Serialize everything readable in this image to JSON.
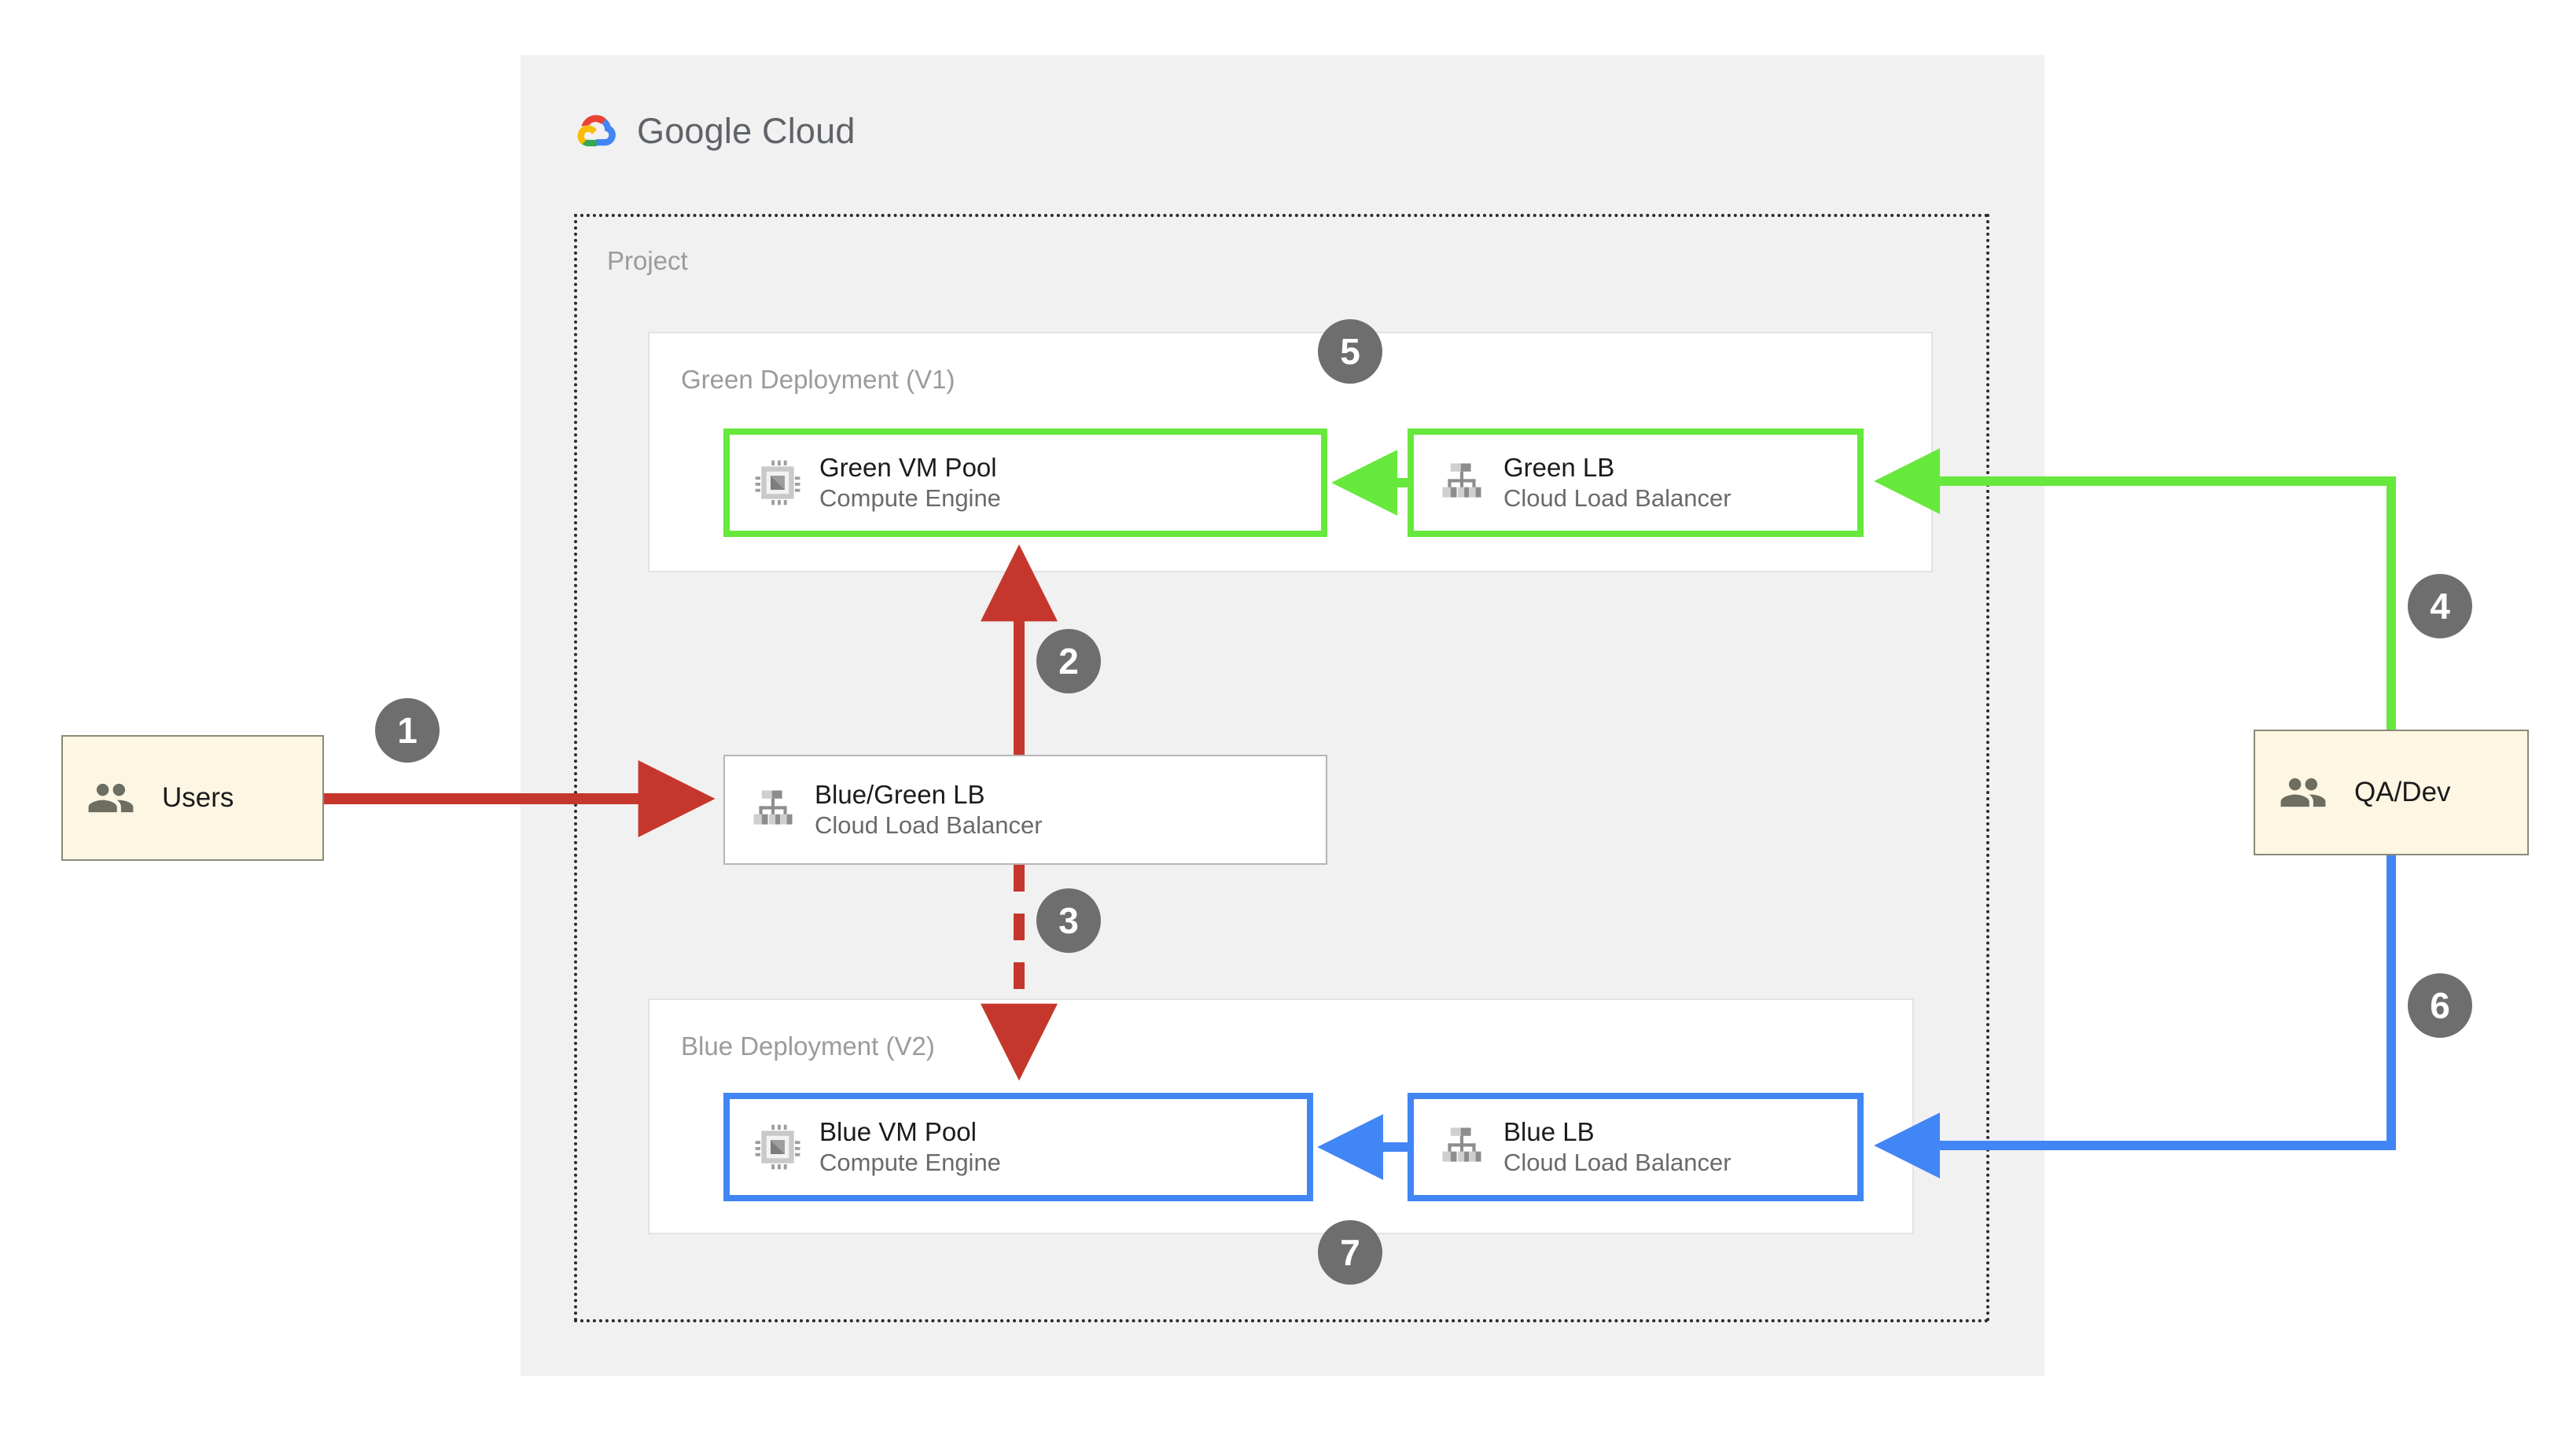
{
  "panel": {
    "brand": {
      "logo_icon": "google-cloud-logo-icon",
      "name_bold": "Google",
      "name_thin": " Cloud"
    },
    "project_label": "Project"
  },
  "groups": [
    {
      "id": "green-deployment",
      "label": "Green Deployment (V1)"
    },
    {
      "id": "blue-deployment",
      "label": "Blue Deployment (V2)"
    }
  ],
  "nodes": {
    "users": {
      "title": "Users",
      "subtitle": "",
      "icon": "people-icon"
    },
    "qadev": {
      "title": "QA/Dev",
      "subtitle": "",
      "icon": "people-icon"
    },
    "green_vm": {
      "title": "Green VM Pool",
      "subtitle": "Compute Engine",
      "icon": "cpu-chip-icon"
    },
    "green_lb": {
      "title": "Green LB",
      "subtitle": "Cloud Load Balancer",
      "icon": "load-balancer-icon"
    },
    "bg_lb": {
      "title": "Blue/Green LB",
      "subtitle": "Cloud Load Balancer",
      "icon": "load-balancer-icon"
    },
    "blue_vm": {
      "title": "Blue VM Pool",
      "subtitle": "Compute Engine",
      "icon": "cpu-chip-icon"
    },
    "blue_lb": {
      "title": "Blue LB",
      "subtitle": "Cloud Load Balancer",
      "icon": "load-balancer-icon"
    }
  },
  "steps": [
    {
      "n": "1",
      "from": "users",
      "to": "bg_lb",
      "style": "solid",
      "color": "#c5372c"
    },
    {
      "n": "2",
      "from": "bg_lb",
      "to": "green_vm",
      "style": "solid",
      "color": "#c5372c"
    },
    {
      "n": "3",
      "from": "bg_lb",
      "to": "blue_vm",
      "style": "dashed",
      "color": "#c5372c"
    },
    {
      "n": "4",
      "from": "qadev",
      "to": "green_lb",
      "style": "solid",
      "color": "#66e83c"
    },
    {
      "n": "5",
      "from": "green_lb",
      "to": "green_vm",
      "style": "solid",
      "color": "#66e83c"
    },
    {
      "n": "6",
      "from": "qadev",
      "to": "blue_lb",
      "style": "solid",
      "color": "#4285f4"
    },
    {
      "n": "7",
      "from": "blue_lb",
      "to": "blue_vm",
      "style": "solid",
      "color": "#4285f4"
    }
  ],
  "colors": {
    "panel_bg": "#f1f1f1",
    "green": "#66e83c",
    "blue": "#4285f4",
    "red": "#c5372c",
    "badge_gray": "#6e6e6e",
    "actor_fill": "#fdf6e3",
    "label_gray": "#9b9b9b"
  }
}
